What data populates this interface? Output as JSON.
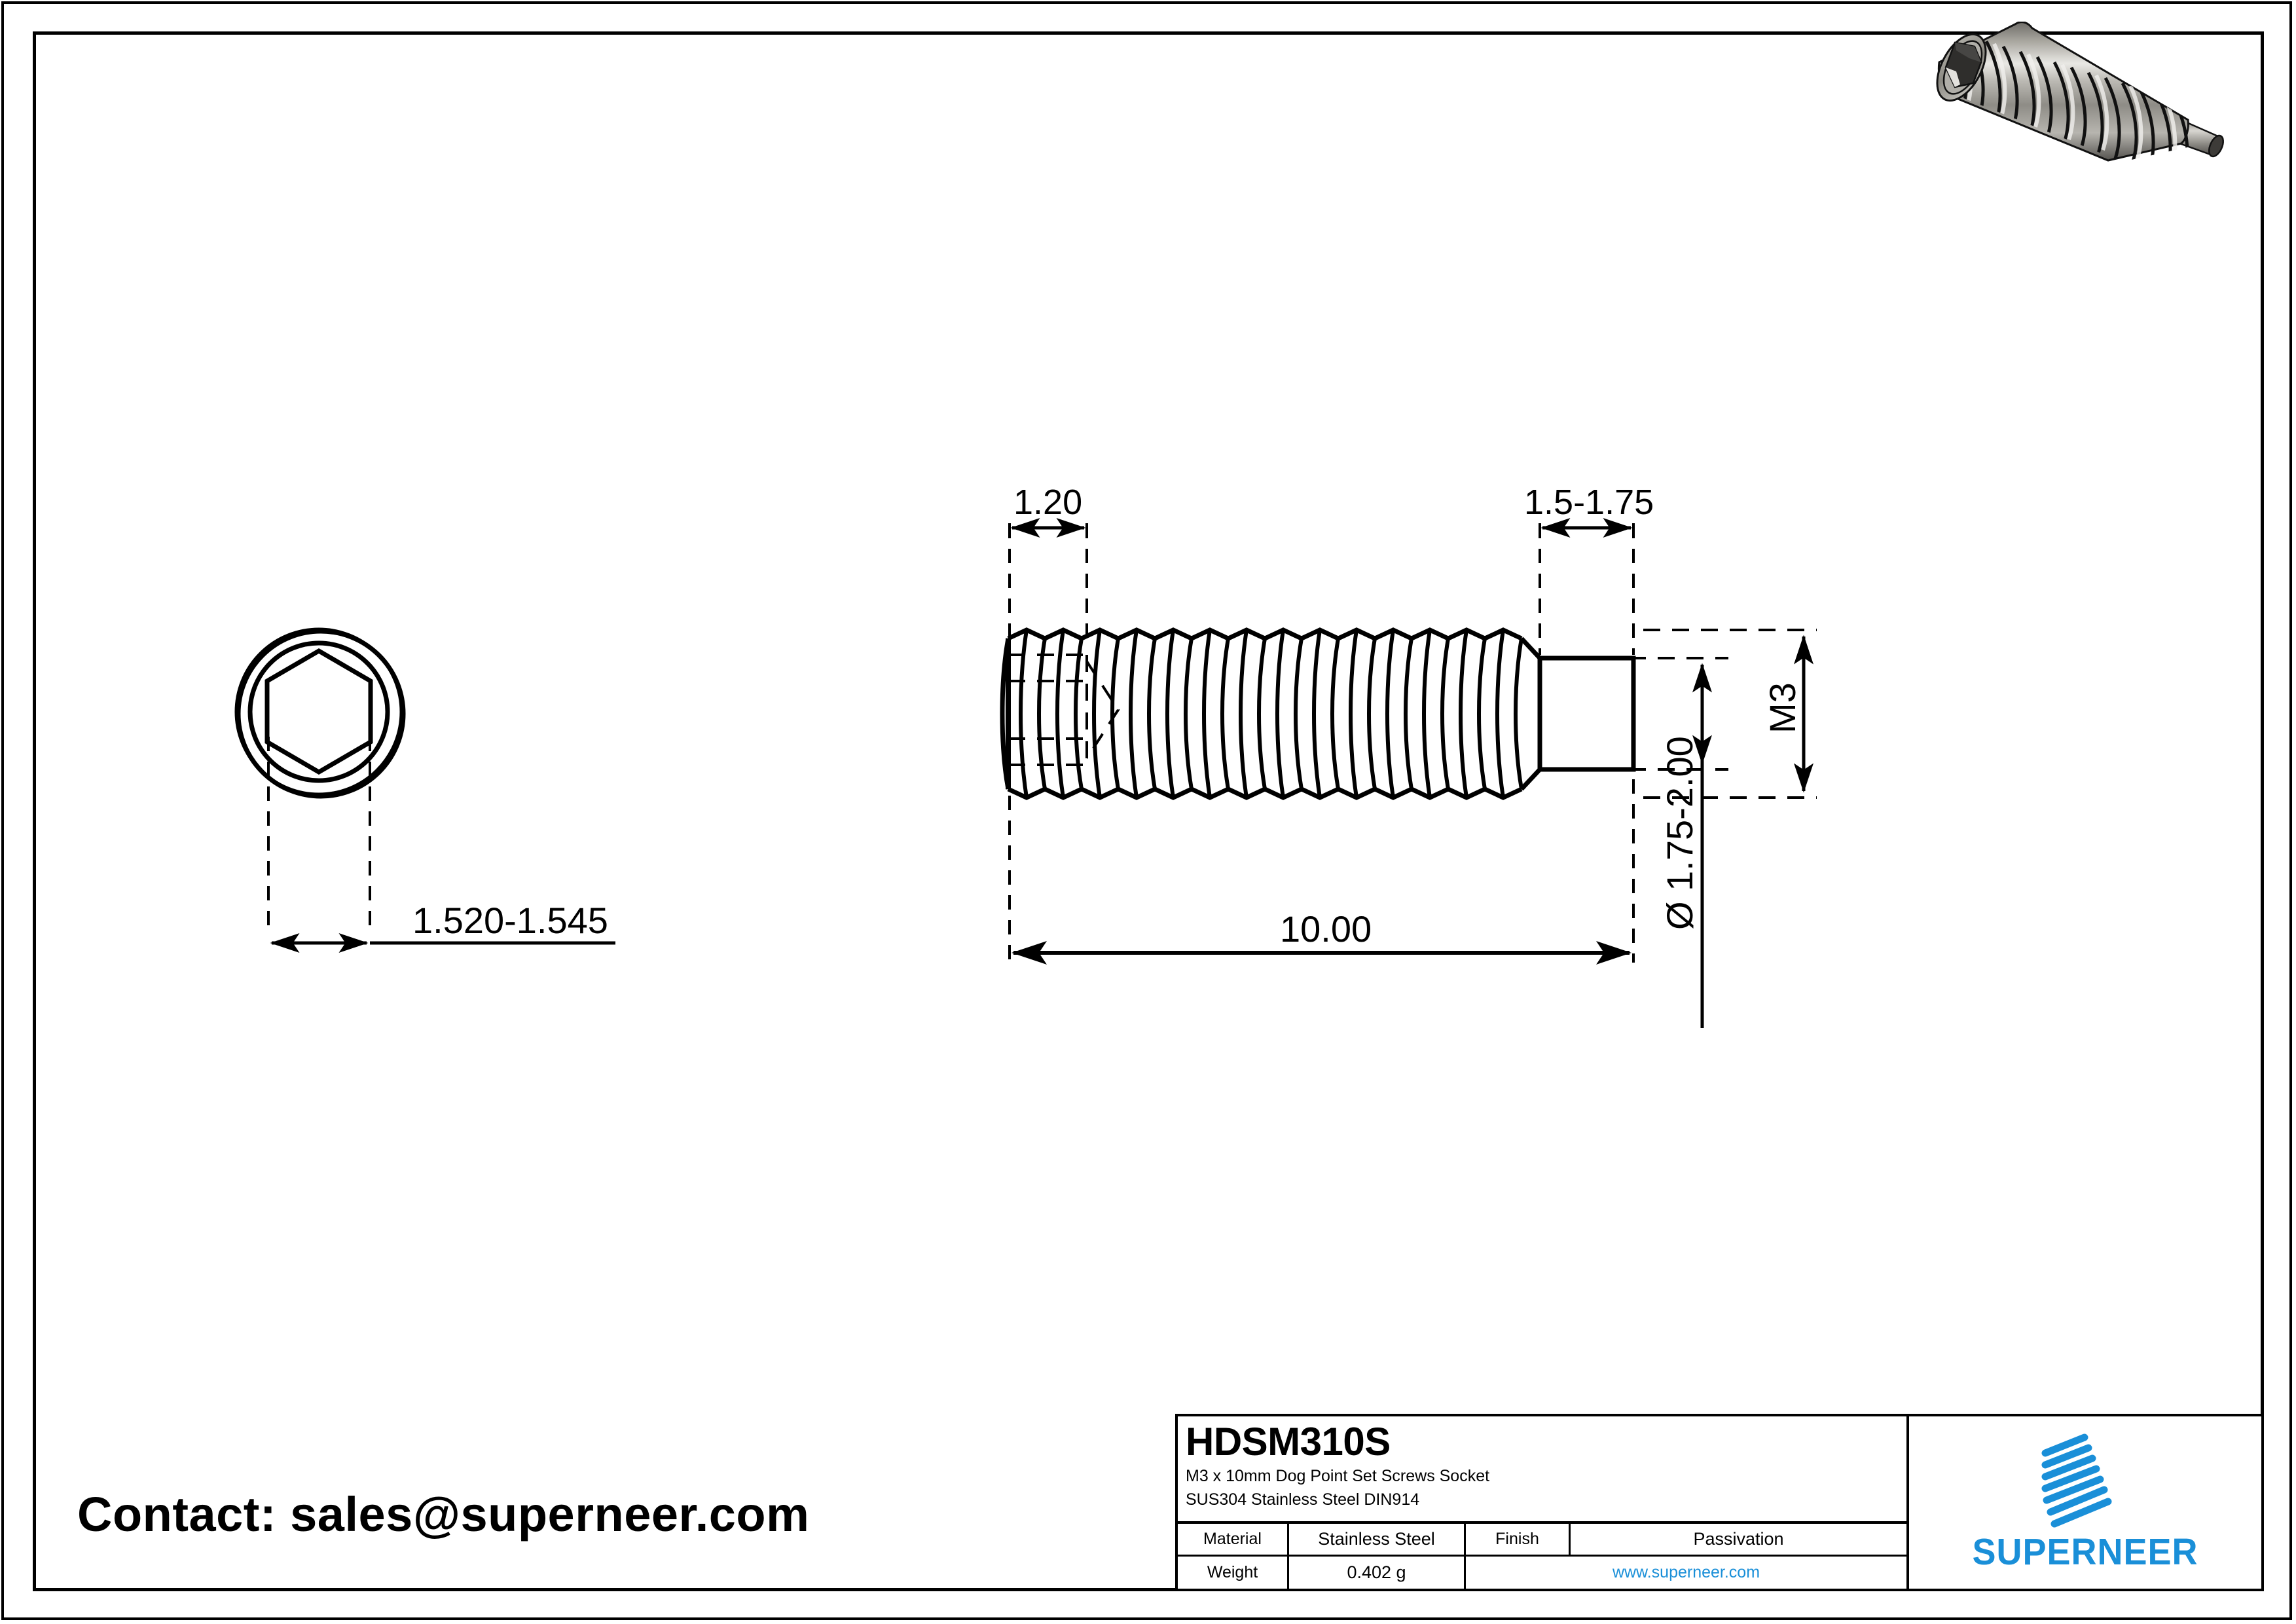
{
  "sheet": {
    "background": "#ffffff",
    "line_color": "#000000",
    "accent_color": "#1a8fd8"
  },
  "contact": {
    "text": "Contact: sales@superneer.com"
  },
  "views": {
    "end_view": {
      "name": "hex-socket-end-view",
      "dimension": "1.520-1.545"
    },
    "side_view": {
      "name": "threaded-side-view",
      "dimensions": {
        "thread_lead": "1.20",
        "dog_point_length": "1.5-1.75",
        "overall_length": "10.00",
        "thread_size": "M3",
        "dog_point_diameter": "Ø 1.75-2.00"
      }
    },
    "isometric": {
      "name": "isometric-render",
      "alt": "M3 x 10mm dog point socket set screw, stainless steel"
    }
  },
  "title_block": {
    "part_number": "HDSM310S",
    "description_line1": "M3 x 10mm Dog Point Set Screws Socket",
    "description_line2": "SUS304 Stainless Steel DIN914",
    "rows": [
      {
        "label": "Material",
        "value": "Stainless Steel",
        "label2": "Finish",
        "value2": "Passivation"
      },
      {
        "label": "Weight",
        "value": "0.402 g",
        "url": "www.superneer.com"
      }
    ],
    "brand": "SUPERNEER"
  }
}
